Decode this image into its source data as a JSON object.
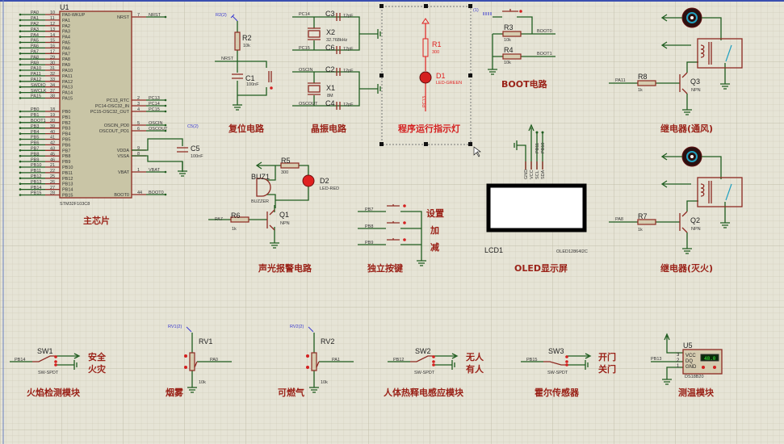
{
  "colors": {
    "background": "#e6e4d6",
    "wire": "#1f5c1f",
    "component": "#8e2a22",
    "title": "#9a2218",
    "chip_fill": "#c9c5a6",
    "led_green": "#d42020",
    "probe": "#3a3ad0"
  },
  "mcu": {
    "ref": "U1",
    "part": "STM32F103C8",
    "title": "主芯片",
    "left_pins": [
      {
        "net": "PA0",
        "num": "10",
        "name": "PA0-WKUP"
      },
      {
        "net": "PA1",
        "num": "11",
        "name": "PA1"
      },
      {
        "net": "PA2",
        "num": "12",
        "name": "PA2"
      },
      {
        "net": "PA3",
        "num": "13",
        "name": "PA3"
      },
      {
        "net": "PA4",
        "num": "14",
        "name": "PA4"
      },
      {
        "net": "PA5",
        "num": "15",
        "name": "PA5"
      },
      {
        "net": "PA6",
        "num": "16",
        "name": "PA6"
      },
      {
        "net": "PA7",
        "num": "17",
        "name": "PA7"
      },
      {
        "net": "PA8",
        "num": "29",
        "name": "PA8"
      },
      {
        "net": "PA9",
        "num": "30",
        "name": "PA9"
      },
      {
        "net": "PA10",
        "num": "31",
        "name": "PA10"
      },
      {
        "net": "PA11",
        "num": "32",
        "name": "PA11"
      },
      {
        "net": "PA12",
        "num": "33",
        "name": "PA12"
      },
      {
        "net": "SWDIO",
        "num": "34",
        "name": "PA13"
      },
      {
        "net": "SWCLK",
        "num": "37",
        "name": "PA14"
      },
      {
        "net": "PA15",
        "num": "38",
        "name": "PA15"
      },
      {
        "net": "PB0",
        "num": "18",
        "name": "PB0"
      },
      {
        "net": "PB1",
        "num": "19",
        "name": "PB1"
      },
      {
        "net": "BOOT1",
        "num": "20",
        "name": "PB2"
      },
      {
        "net": "PB3",
        "num": "39",
        "name": "PB3"
      },
      {
        "net": "PB4",
        "num": "40",
        "name": "PB4"
      },
      {
        "net": "PB5",
        "num": "41",
        "name": "PB5"
      },
      {
        "net": "PB6",
        "num": "42",
        "name": "PB6"
      },
      {
        "net": "PB7",
        "num": "43",
        "name": "PB7"
      },
      {
        "net": "PB8",
        "num": "45",
        "name": "PB8"
      },
      {
        "net": "PB9",
        "num": "46",
        "name": "PB9"
      },
      {
        "net": "PB10",
        "num": "21",
        "name": "PB10"
      },
      {
        "net": "PB11",
        "num": "22",
        "name": "PB11"
      },
      {
        "net": "PB12",
        "num": "25",
        "name": "PB12"
      },
      {
        "net": "PB13",
        "num": "26",
        "name": "PB13"
      },
      {
        "net": "PB14",
        "num": "27",
        "name": "PB14"
      },
      {
        "net": "PB15",
        "num": "28",
        "name": "PB15"
      }
    ],
    "right_pins": [
      {
        "name": "NRST",
        "num": "7",
        "net": "NRST"
      },
      {
        "name": "PC13_RTC",
        "num": "2",
        "net": "PC13"
      },
      {
        "name": "PC14-OSC32_IN",
        "num": "3",
        "net": "PC14"
      },
      {
        "name": "PC15-OSC32_OUT",
        "num": "4",
        "net": "PC15"
      },
      {
        "name": "OSCIN_PD0",
        "num": "5",
        "net": "OSCIN"
      },
      {
        "name": "OSCOUT_PD1",
        "num": "6",
        "net": "OSCOUT"
      },
      {
        "name": "VDDA",
        "num": "9",
        "net": ""
      },
      {
        "name": "VSSA",
        "num": "8",
        "net": ""
      },
      {
        "name": "VBAT",
        "num": "1",
        "net": "VBAT"
      },
      {
        "name": "BOOT0",
        "num": "44",
        "net": "BOOT0"
      }
    ],
    "c5": {
      "ref": "C5",
      "value": "100nF",
      "probe": "C5(2)"
    }
  },
  "reset": {
    "title": "复位电路",
    "probe": "R2(2)",
    "r_ref": "R2",
    "r_val": "10k",
    "net": "NRST",
    "c_ref": "C1",
    "c_val": "100nF"
  },
  "crystal": {
    "title": "晶振电路",
    "nets": [
      "PC14",
      "PC15",
      "OSCIN",
      "OSCOUT"
    ],
    "c3": "C3",
    "c6": "C6",
    "c2": "C2",
    "c4": "C4",
    "cap_val": "12pF",
    "x2": "X2",
    "x2_val": "32.768kHz",
    "x1": "X1",
    "x1_val": "8M"
  },
  "run_led": {
    "title": "程序运行指示灯",
    "r_ref": "R1",
    "r_val": "300",
    "d_ref": "D1",
    "d_val": "LED-GREEN",
    "net": "PC13"
  },
  "boot": {
    "title": "BOOT电路",
    "probe": "(1)",
    "r3": "R3",
    "r4": "R4",
    "r_val": "10k",
    "net0": "BOOT0",
    "net1": "BOOT1"
  },
  "relay_fan": {
    "title": "继电器(通风)",
    "net": "PA11",
    "r_ref": "R8",
    "r_val": "1k",
    "q_ref": "Q3",
    "q_val": "NPN"
  },
  "relay_fire": {
    "title": "继电器(灭火)",
    "net": "PA8",
    "r_ref": "R7",
    "r_val": "1k",
    "q_ref": "Q2",
    "q_val": "NPN"
  },
  "oled": {
    "title": "OLED显示屏",
    "ref": "LCD1",
    "part": "OLED12864I2C",
    "pins": [
      "GND",
      "VCC",
      "SCL",
      "SDA"
    ],
    "nets": [
      "PB11",
      "PB10"
    ]
  },
  "alarm": {
    "title": "声光报警电路",
    "r5": "R5",
    "r5_val": "300",
    "buz": "BUZ1",
    "buz_val": "BUZZER",
    "d2": "D2",
    "d2_val": "LED-RED",
    "net": "PA7",
    "r6": "R6",
    "r6_val": "1k",
    "q": "Q1",
    "q_val": "NPN"
  },
  "keys": {
    "title": "独立按键",
    "nets": [
      "PB7",
      "PB8",
      "PB9"
    ],
    "labels": [
      "设置",
      "加",
      "减"
    ]
  },
  "flame": {
    "title": "火焰检测模块",
    "ref": "SW1",
    "net": "PB14",
    "part": "SW-SPDT",
    "on": "安全",
    "off": "火灾"
  },
  "smoke": {
    "title": "烟雾",
    "probe": "RV1(2)",
    "ref": "RV1",
    "net": "PA0",
    "val": "10k"
  },
  "gas": {
    "title": "可燃气",
    "probe": "RV2(2)",
    "ref": "RV2",
    "net": "PA1",
    "val": "10k"
  },
  "pir": {
    "title": "人体热释电感应模块",
    "ref": "SW2",
    "net": "PB12",
    "part": "SW-SPDT",
    "on": "无人",
    "off": "有人"
  },
  "hall": {
    "title": "霍尔传感器",
    "ref": "SW3",
    "net": "PB15",
    "part": "SW-SPDT",
    "on": "开门",
    "off": "关门"
  },
  "temp": {
    "title": "测温模块",
    "ref": "U5",
    "net": "PB13",
    "part": "DS18B20",
    "pins": [
      "VCC",
      "DQ",
      "GND"
    ],
    "pin_nums": [
      "3",
      "2",
      "1"
    ],
    "reading": "48.0"
  }
}
